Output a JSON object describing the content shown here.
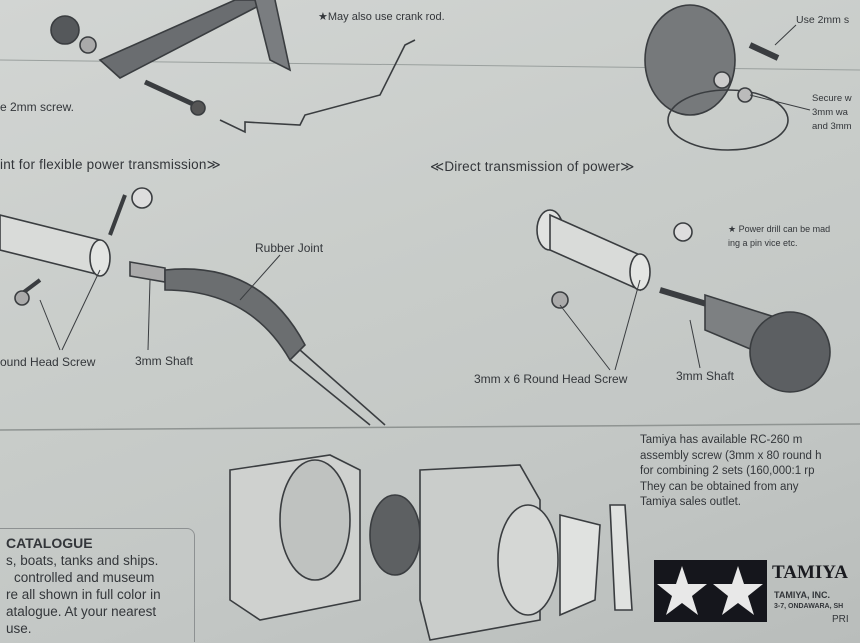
{
  "top": {
    "crank_note": "★May also use crank rod.",
    "screw_left": "e 2mm screw.",
    "screw_right": "Use 2mm s",
    "secure_lines": [
      "Secure w",
      "3mm wa",
      "and 3mm"
    ]
  },
  "flexible": {
    "heading": "int for flexible power transmission≫",
    "rubber_joint": "Rubber Joint",
    "screw_label": "ound Head Screw",
    "shaft_label": "3mm Shaft"
  },
  "direct": {
    "heading": "≪Direct transmission of power≫",
    "note_lines": [
      "★ Power drill can be mad",
      "ing a pin vice etc."
    ],
    "screw_label": "3mm x 6 Round Head Screw",
    "shaft_label": "3mm Shaft"
  },
  "info": {
    "lines": [
      "Tamiya has available RC-260 m",
      "assembly screw (3mm x 80 round h",
      "for combining 2 sets (160,000:1 rp",
      "They can be obtained from any",
      "Tamiya sales outlet."
    ]
  },
  "catalogue": {
    "title": "CATALOGUE",
    "lines": [
      "s, boats, tanks and ships.",
      "controlled and museum",
      "re all shown in full color in",
      "atalogue. At your nearest",
      "use."
    ]
  },
  "brand": {
    "name": "TAMIYA",
    "company": "TAMIYA, INC.",
    "address": "3-7, ONDAWARA, SH",
    "printed": "PRI"
  }
}
